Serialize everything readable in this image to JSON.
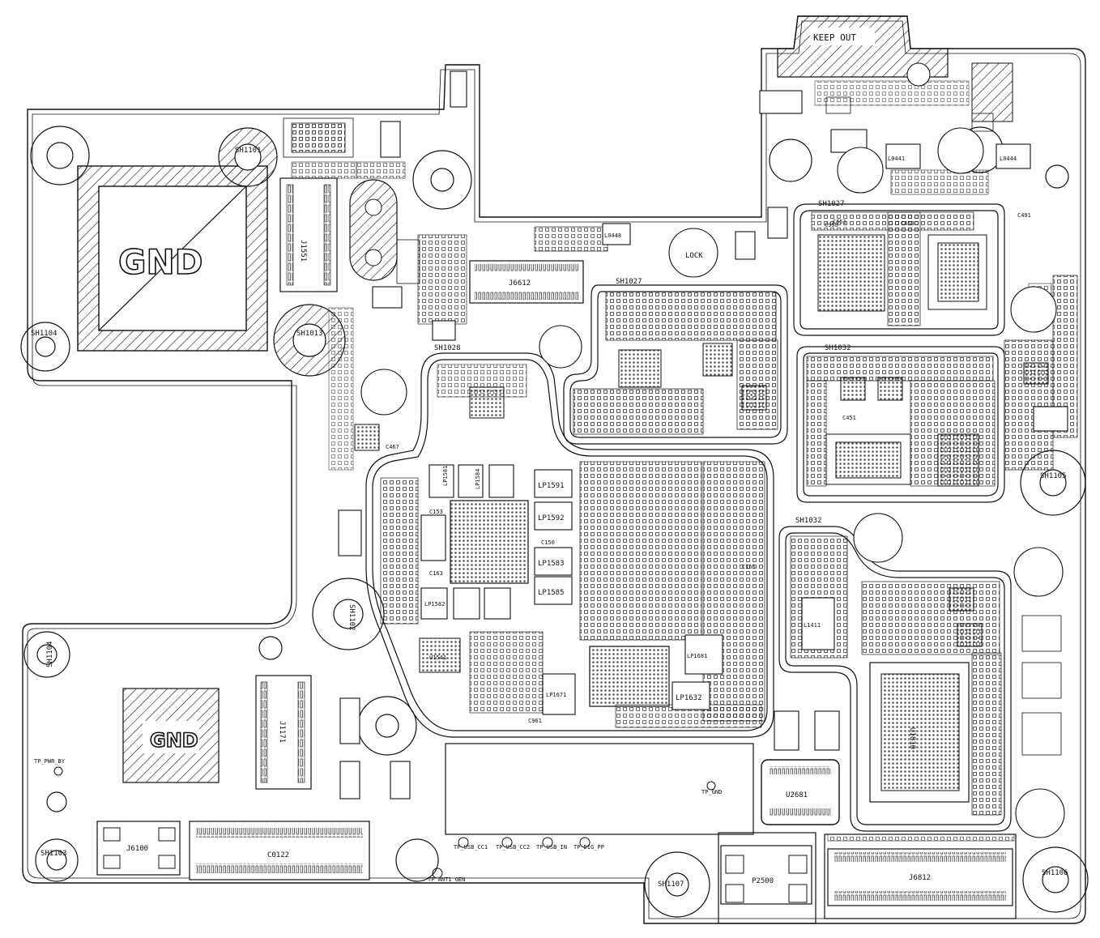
{
  "keep_out_label": "KEEP OUT",
  "gnd_labels": [
    "GND",
    "GND"
  ],
  "shield_labels": {
    "sh1101": "SH1101",
    "sh1102": "SH1102",
    "sh1103": "SH1103",
    "sh1104": "SH1104",
    "sh1105": "SH1105",
    "sh1106": "SH1106",
    "sh1107": "SH1107",
    "sh1104b": "SH1104",
    "sh1027": "SH1027",
    "sh1027b": "SH1027",
    "sh1028": "SH1028",
    "sh1032": "SH1032",
    "sh1032b": "SH1032",
    "sh1013": "SH1013"
  },
  "connectors": {
    "j1551": "J1551",
    "j6612_top": "J6612",
    "j6812": "J6812",
    "j1171": "J1171",
    "j6100": "J6100",
    "c0122": "C0122",
    "p2500": "P2500",
    "u2681": "U2681"
  },
  "components": [
    "LP1591",
    "LP1592",
    "LP1583",
    "LP1585",
    "LP1581",
    "LP1582",
    "LP1584",
    "LP1681",
    "LP1632",
    "LP1671",
    "L1411",
    "L0441",
    "L0444",
    "L0448",
    "U1810",
    "U1541",
    "C491",
    "C451",
    "C453",
    "C467",
    "C150",
    "C153",
    "C163",
    "C165",
    "C651",
    "C950",
    "C961"
  ],
  "test_points": [
    "TP_PWR_BY",
    "TP_GND",
    "TP_USB_CC1",
    "TP_USB_CC2",
    "TP_USB_IN",
    "TP_DIG_PP",
    "TP_ANT1_GEN",
    "LOCK"
  ]
}
